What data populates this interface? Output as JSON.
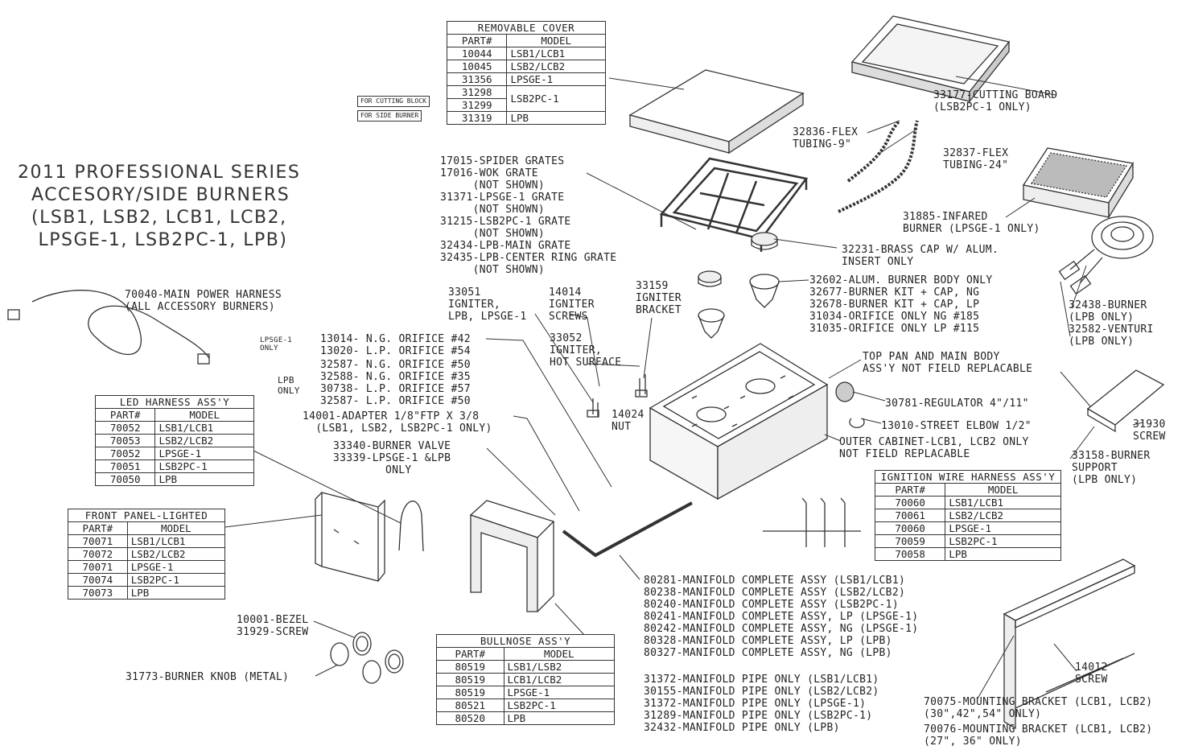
{
  "title_lines": [
    "2011 PROFESSIONAL SERIES",
    "  ACCESORY/SIDE BURNERS",
    "  (LSB1, LSB2, LCB1, LCB2,",
    "   LPSGE-1, LSB2PC-1, LPB)"
  ],
  "tables": {
    "removable_cover": {
      "caption": "REMOVABLE COVER",
      "headers": [
        "PART#",
        "MODEL"
      ],
      "rows": [
        [
          "10044",
          "LSB1/LCB1"
        ],
        [
          "10045",
          "LSB2/LCB2"
        ],
        [
          "31356",
          "LPSGE-1"
        ],
        [
          "31298",
          "LSB2PC-1"
        ],
        [
          "31299",
          ""
        ],
        [
          "31319",
          "LPB"
        ]
      ],
      "side_notes": [
        "FOR CUTTING BLOCK",
        "FOR SIDE BURNER"
      ]
    },
    "led_harness": {
      "caption": "LED HARNESS ASS'Y",
      "headers": [
        "PART#",
        "MODEL"
      ],
      "rows": [
        [
          "70052",
          "LSB1/LCB1"
        ],
        [
          "70053",
          "LSB2/LCB2"
        ],
        [
          "70052",
          "LPSGE-1"
        ],
        [
          "70051",
          "LSB2PC-1"
        ],
        [
          "70050",
          "LPB"
        ]
      ]
    },
    "front_panel": {
      "caption": "FRONT PANEL-LIGHTED",
      "headers": [
        "PART#",
        "MODEL"
      ],
      "rows": [
        [
          "70071",
          "LSB1/LCB1"
        ],
        [
          "70072",
          "LSB2/LCB2"
        ],
        [
          "70071",
          "LPSGE-1"
        ],
        [
          "70074",
          "LSB2PC-1"
        ],
        [
          "70073",
          "LPB"
        ]
      ]
    },
    "bullnose": {
      "caption": "BULLNOSE ASS'Y",
      "headers": [
        "PART#",
        "MODEL"
      ],
      "rows": [
        [
          "80519",
          "LSB1/LSB2"
        ],
        [
          "80519",
          "LCB1/LCB2"
        ],
        [
          "80519",
          "LPSGE-1"
        ],
        [
          "80521",
          "LSB2PC-1"
        ],
        [
          "80520",
          "LPB"
        ]
      ]
    },
    "ignition": {
      "caption": "IGNITION WIRE HARNESS ASS'Y",
      "headers": [
        "PART#",
        "MODEL"
      ],
      "rows": [
        [
          "70060",
          "LSB1/LCB1"
        ],
        [
          "70061",
          "LSB2/LCB2"
        ],
        [
          "70060",
          "LPSGE-1"
        ],
        [
          "70059",
          "LSB2PC-1"
        ],
        [
          "70058",
          "LPB"
        ]
      ]
    }
  },
  "labels": {
    "cutting_board": "33177-CUTTING BOARD\n(LSB2PC-1 ONLY)",
    "flex9": "32836-FLEX\nTUBING-9\"",
    "flex24": "32837-FLEX\nTUBING-24\"",
    "infrared": "31885-INFARED\nBURNER (LPSGE-1 ONLY)",
    "grates": "17015-SPIDER GRATES\n17016-WOK GRATE\n     (NOT SHOWN)\n31371-LPSGE-1 GRATE\n     (NOT SHOWN)\n31215-LSB2PC-1 GRATE\n     (NOT SHOWN)\n32434-LPB-MAIN GRATE\n32435-LPB-CENTER RING GRATE\n     (NOT SHOWN)",
    "brass_cap": "32231-BRASS CAP W/ ALUM.\nINSERT ONLY",
    "burner_body": "32602-ALUM. BURNER BODY ONLY\n32677-BURNER KIT + CAP, NG\n32678-BURNER KIT + CAP, LP\n31034-ORIFICE ONLY NG #185\n31035-ORIFICE ONLY LP #115",
    "lpb_burner": "32438-BURNER\n(LPB ONLY)\n32582-VENTURI\n(LPB ONLY)",
    "power_harness": "70040-MAIN POWER HARNESS\n(ALL ACCESSORY BURNERS)",
    "igniter_lpb": "33051\nIGNITER,\nLPB, LPSGE-1",
    "igniter_screws": "14014\nIGNITER\nSCREWS",
    "igniter_bracket": "33159\nIGNITER\nBRACKET",
    "igniter_hot": "33052\nIGNITER,\nHOT SURFACE",
    "lpsge_only": "LPSGE-1\nONLY",
    "orifice_lpsge": "13014- N.G. ORIFICE #42\n13020- L.P. ORIFICE #54",
    "lpb_only": "LPB\nONLY",
    "orifice_lpb": "32587- N.G. ORIFICE #50\n32588- N.G. ORIFICE #35\n30738- L.P. ORIFICE #57\n32587- L.P. ORIFICE #50",
    "adapter": "14001-ADAPTER 1/8\"FTP X 3/8\n  (LSB1, LSB2, LSB2PC-1 ONLY)",
    "valve": "33340-BURNER VALVE\n33339-LPSGE-1 &LPB\n        ONLY",
    "nut": "14024\nNUT",
    "top_pan": "TOP PAN AND MAIN BODY\nASS'Y NOT FIELD REPLACABLE",
    "regulator": "30781-REGULATOR 4\"/11\"",
    "elbow": "13010-STREET ELBOW 1/2\"",
    "outer_cabinet": "OUTER CABINET-LCB1, LCB2 ONLY\nNOT FIELD REPLACABLE",
    "screw_31930": "31930\nSCREW",
    "burner_support": "33158-BURNER\nSUPPORT\n(LPB ONLY)",
    "manifold": "80281-MANIFOLD COMPLETE ASSY (LSB1/LCB1)\n80238-MANIFOLD COMPLETE ASSY (LSB2/LCB2)\n80240-MANIFOLD COMPLETE ASSY (LSB2PC-1)\n80241-MANIFOLD COMPLETE ASSY, LP (LPSGE-1)\n80242-MANIFOLD COMPLETE ASSY, NG (LPSGE-1)\n80328-MANIFOLD COMPLETE ASSY, LP (LPB)\n80327-MANIFOLD COMPLETE ASSY, NG (LPB)",
    "manifold_pipe": "31372-MANIFOLD PIPE ONLY (LSB1/LCB1)\n30155-MANIFOLD PIPE ONLY (LSB2/LCB2)\n31372-MANIFOLD PIPE ONLY (LPSGE-1)\n31289-MANIFOLD PIPE ONLY (LSB2PC-1)\n32432-MANIFOLD PIPE ONLY (LPB)",
    "bezel": "10001-BEZEL\n31929-SCREW",
    "knob": "31773-BURNER KNOB (METAL)",
    "screw_14012": "14012\nSCREW",
    "bracket_70075": "70075-MOUNTING BRACKET (LCB1, LCB2)\n(30\",42\",54\" ONLY)",
    "bracket_70076": "70076-MOUNTING BRACKET (LCB1, LCB2)\n(27\", 36\" ONLY)"
  }
}
